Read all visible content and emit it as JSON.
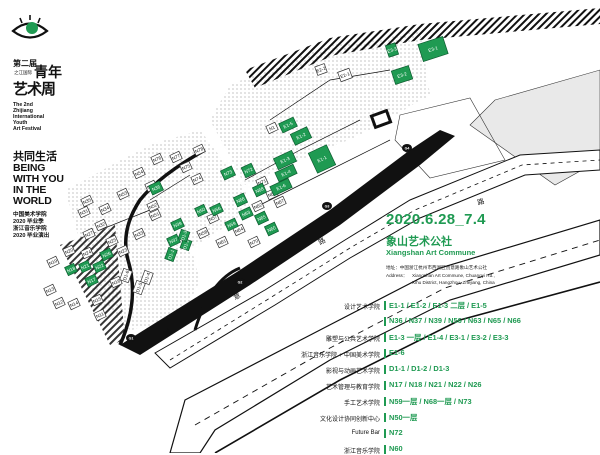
{
  "festival": {
    "cn_line1": "第二届",
    "cn_line2": "青年",
    "cn_line3": "艺术周",
    "cn_small": "之江国际",
    "en_lines": [
      "The 2nd",
      "Zhijiang",
      "International",
      "Youth",
      "Art Festival"
    ]
  },
  "theme": {
    "cn": "共同生活",
    "en_lines": [
      "BEING",
      "WITH YOU",
      "IN THE",
      "WORLD"
    ]
  },
  "schools": [
    "中国美术学院",
    "2020 毕业季",
    "浙江音乐学院",
    "2020 毕业演出"
  ],
  "event": {
    "date": "2020.6.28_7.4",
    "venue_cn": "象山艺术公社",
    "venue_en": "Xiangshan Art Commune",
    "address_cn": "地址：中国浙江杭州市西湖区创意路象山艺术公社",
    "address_en_label": "Address：",
    "address_en_lines": [
      "Xiangshan Art Commune, Chuangyi Rd.,",
      "Xihu District, Hangzhou, Zhejiang, China"
    ]
  },
  "legend": [
    {
      "label": "设计艺术学院",
      "value": "E1-1 / E1-2 / E1-3 二层 / E1-5"
    },
    {
      "label": "",
      "value": "N36 / N37 / N39 / N56 / N63 / N65 / N66"
    },
    {
      "label": "雕塑与公共艺术学院",
      "value": "E1-3 一层 / E1-4 / E3-1 / E3-2 / E3-3"
    },
    {
      "label": "浙江音乐学院 + 中国美术学院",
      "value": "E1-6"
    },
    {
      "label": "影视与动画艺术学院",
      "value": "D1-1 / D1-2 / D1-3"
    },
    {
      "label": "艺术管理与教育学院",
      "value": "N17 / N18 / N21 / N22 / N26"
    },
    {
      "label": "手工艺术学院",
      "value": "N59一层 / N68一层 / N73"
    },
    {
      "label": "文化设计协同创新中心",
      "value": "N50一层"
    },
    {
      "label": "Future Bar",
      "value": "N72"
    },
    {
      "label": "浙江音乐学院",
      "value": "N60"
    }
  ],
  "map": {
    "road_labels": [
      "路",
      "创",
      "意",
      "路"
    ],
    "gates": [
      "G1",
      "G2",
      "G3",
      "G4"
    ],
    "green_buildings": [
      {
        "label": "E3-3"
      },
      {
        "label": "E3-1"
      },
      {
        "label": "E3-2"
      },
      {
        "label": "E1-1"
      },
      {
        "label": "E1-2"
      },
      {
        "label": "E1-3"
      },
      {
        "label": "E1-4"
      },
      {
        "label": "E1-5"
      },
      {
        "label": "E1-6"
      },
      {
        "label": "N73"
      },
      {
        "label": "N72"
      },
      {
        "label": "N68"
      },
      {
        "label": "N66"
      },
      {
        "label": "N65"
      },
      {
        "label": "N63"
      },
      {
        "label": "N60"
      },
      {
        "label": "N59"
      },
      {
        "label": "N56"
      },
      {
        "label": "N50"
      },
      {
        "label": "N39"
      },
      {
        "label": "N37"
      },
      {
        "label": "N36"
      },
      {
        "label": "N26"
      },
      {
        "label": "N22"
      },
      {
        "label": "N21"
      },
      {
        "label": "N18"
      },
      {
        "label": "N17"
      },
      {
        "label": "D1-1"
      },
      {
        "label": "D1-2"
      },
      {
        "label": "D1-3"
      }
    ],
    "white_buildings": [
      {
        "label": "E2-1"
      },
      {
        "label": "E2-2"
      },
      {
        "label": "N78"
      },
      {
        "label": "N77"
      },
      {
        "label": "N76"
      },
      {
        "label": "N75"
      },
      {
        "label": "N74"
      },
      {
        "label": "N71"
      },
      {
        "label": "N70"
      },
      {
        "label": "N69"
      },
      {
        "label": "N67"
      },
      {
        "label": "N64"
      },
      {
        "label": "N62"
      },
      {
        "label": "N61"
      },
      {
        "label": "N58"
      },
      {
        "label": "N57"
      },
      {
        "label": "N55"
      },
      {
        "label": "N54"
      },
      {
        "label": "N53"
      },
      {
        "label": "N52"
      },
      {
        "label": "N51"
      },
      {
        "label": "N35"
      },
      {
        "label": "N34"
      },
      {
        "label": "N33"
      },
      {
        "label": "N32"
      },
      {
        "label": "N31"
      },
      {
        "label": "N27"
      },
      {
        "label": "N25"
      },
      {
        "label": "N24"
      },
      {
        "label": "N23"
      },
      {
        "label": "N20"
      },
      {
        "label": "N19"
      },
      {
        "label": "N16"
      },
      {
        "label": "N15"
      },
      {
        "label": "N14"
      },
      {
        "label": "N13"
      },
      {
        "label": "N12"
      },
      {
        "label": "N11"
      },
      {
        "label": "D1-4"
      },
      {
        "label": "D1-5"
      },
      {
        "label": "D1-6"
      },
      {
        "label": "N1"
      }
    ]
  },
  "colors": {
    "green": "#1f9a52",
    "road": "#111111",
    "ink": "#111111"
  }
}
